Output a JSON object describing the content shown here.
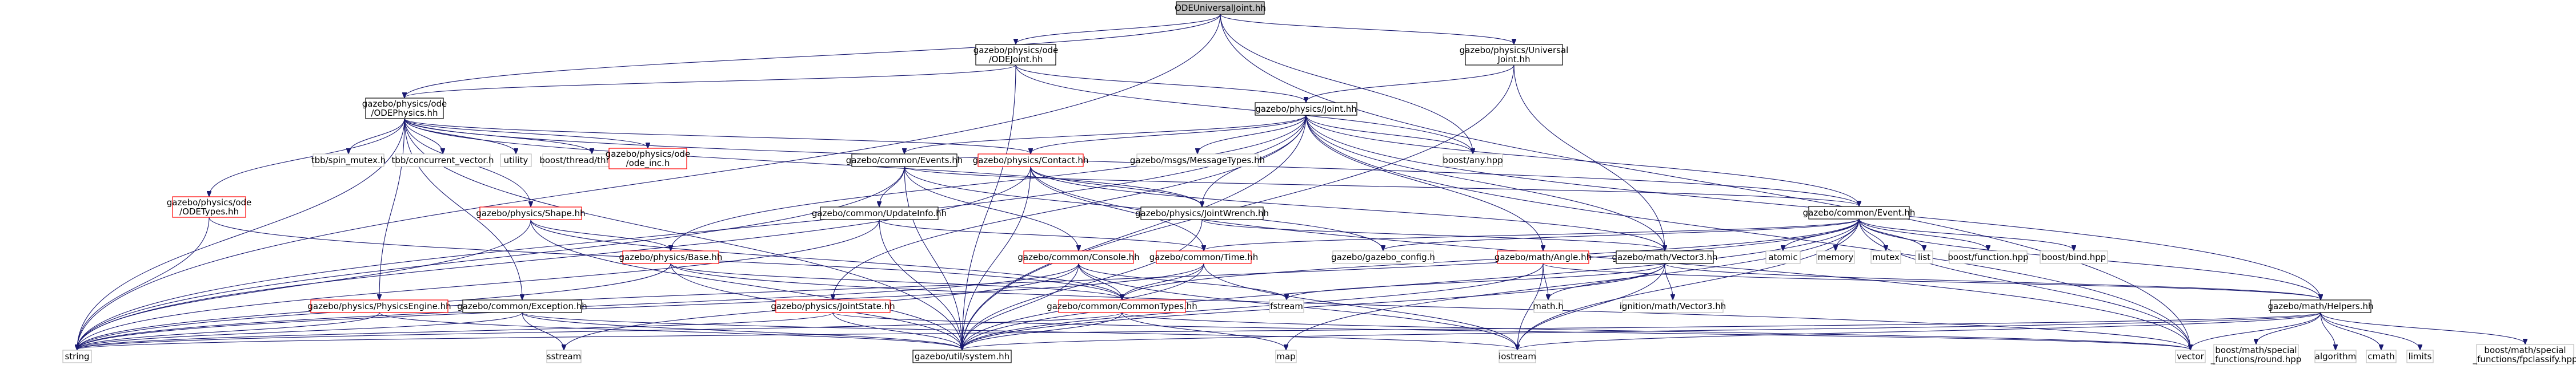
{
  "diagram": {
    "colors": {
      "edge": "#191970",
      "root_fill": "#bfbfbf",
      "root_border": "#000000",
      "node_border": "#000000",
      "truncated_border": "#ff0000",
      "no_border": "#bfbfbf",
      "background": "#ffffff"
    },
    "nodes": [
      {
        "id": "root",
        "lines": [
          "ODEUniversalJoint.hh"
        ],
        "style": "root"
      },
      {
        "id": "odejoint",
        "lines": [
          "gazebo/physics/ode",
          "/ODEJoint.hh"
        ],
        "style": "normal"
      },
      {
        "id": "universaljoint",
        "lines": [
          "gazebo/physics/Universal",
          "Joint.hh"
        ],
        "style": "normal"
      },
      {
        "id": "odephysics",
        "lines": [
          "gazebo/physics/ode",
          "/ODEPhysics.hh"
        ],
        "style": "normal"
      },
      {
        "id": "joint",
        "lines": [
          "gazebo/physics/Joint.hh"
        ],
        "style": "normal"
      },
      {
        "id": "spin_mutex",
        "lines": [
          "tbb/spin_mutex.h"
        ],
        "style": "plain"
      },
      {
        "id": "concurrent_vector",
        "lines": [
          "tbb/concurrent_vector.h"
        ],
        "style": "plain"
      },
      {
        "id": "utility",
        "lines": [
          "utility"
        ],
        "style": "plain"
      },
      {
        "id": "boost_thread",
        "lines": [
          "boost/thread/thread.hpp"
        ],
        "style": "plain"
      },
      {
        "id": "ode_inc",
        "lines": [
          "gazebo/physics/ode",
          "/ode_inc.h"
        ],
        "style": "truncated"
      },
      {
        "id": "events",
        "lines": [
          "gazebo/common/Events.hh"
        ],
        "style": "normal"
      },
      {
        "id": "contact",
        "lines": [
          "gazebo/physics/Contact.hh"
        ],
        "style": "truncated"
      },
      {
        "id": "message_types",
        "lines": [
          "gazebo/msgs/MessageTypes.hh"
        ],
        "style": "plain"
      },
      {
        "id": "boost_any",
        "lines": [
          "boost/any.hpp"
        ],
        "style": "plain"
      },
      {
        "id": "odetypes",
        "lines": [
          "gazebo/physics/ode",
          "/ODETypes.hh"
        ],
        "style": "truncated"
      },
      {
        "id": "shape",
        "lines": [
          "gazebo/physics/Shape.hh"
        ],
        "style": "truncated"
      },
      {
        "id": "updateinfo",
        "lines": [
          "gazebo/common/UpdateInfo.hh"
        ],
        "style": "normal"
      },
      {
        "id": "jointwrench",
        "lines": [
          "gazebo/physics/JointWrench.hh"
        ],
        "style": "normal"
      },
      {
        "id": "event",
        "lines": [
          "gazebo/common/Event.hh"
        ],
        "style": "normal"
      },
      {
        "id": "base",
        "lines": [
          "gazebo/physics/Base.hh"
        ],
        "style": "truncated"
      },
      {
        "id": "console",
        "lines": [
          "gazebo/common/Console.hh"
        ],
        "style": "truncated"
      },
      {
        "id": "time",
        "lines": [
          "gazebo/common/Time.hh"
        ],
        "style": "truncated"
      },
      {
        "id": "gazebo_config",
        "lines": [
          "gazebo/gazebo_config.h"
        ],
        "style": "plain"
      },
      {
        "id": "angle",
        "lines": [
          "gazebo/math/Angle.hh"
        ],
        "style": "truncated"
      },
      {
        "id": "vector3",
        "lines": [
          "gazebo/math/Vector3.hh"
        ],
        "style": "normal"
      },
      {
        "id": "atomic",
        "lines": [
          "atomic"
        ],
        "style": "plain"
      },
      {
        "id": "memory",
        "lines": [
          "memory"
        ],
        "style": "plain"
      },
      {
        "id": "mutex",
        "lines": [
          "mutex"
        ],
        "style": "plain"
      },
      {
        "id": "list",
        "lines": [
          "list"
        ],
        "style": "plain"
      },
      {
        "id": "boost_function",
        "lines": [
          "boost/function.hpp"
        ],
        "style": "plain"
      },
      {
        "id": "boost_bind",
        "lines": [
          "boost/bind.hpp"
        ],
        "style": "plain"
      },
      {
        "id": "physicsengine",
        "lines": [
          "gazebo/physics/PhysicsEngine.hh"
        ],
        "style": "truncated"
      },
      {
        "id": "exception",
        "lines": [
          "gazebo/common/Exception.hh"
        ],
        "style": "normal"
      },
      {
        "id": "jointstate",
        "lines": [
          "gazebo/physics/JointState.hh"
        ],
        "style": "truncated"
      },
      {
        "id": "commontypes",
        "lines": [
          "gazebo/common/CommonTypes.hh"
        ],
        "style": "truncated"
      },
      {
        "id": "fstream",
        "lines": [
          "fstream"
        ],
        "style": "plain"
      },
      {
        "id": "math_h",
        "lines": [
          "math.h"
        ],
        "style": "plain"
      },
      {
        "id": "ign_vector3",
        "lines": [
          "ignition/math/Vector3.hh"
        ],
        "style": "plain"
      },
      {
        "id": "helpers",
        "lines": [
          "gazebo/math/Helpers.hh"
        ],
        "style": "normal"
      },
      {
        "id": "string",
        "lines": [
          "string"
        ],
        "style": "plain"
      },
      {
        "id": "sstream",
        "lines": [
          "sstream"
        ],
        "style": "plain"
      },
      {
        "id": "system",
        "lines": [
          "gazebo/util/system.hh"
        ],
        "style": "normal"
      },
      {
        "id": "map",
        "lines": [
          "map"
        ],
        "style": "plain"
      },
      {
        "id": "iostream",
        "lines": [
          "iostream"
        ],
        "style": "plain"
      },
      {
        "id": "vector",
        "lines": [
          "vector"
        ],
        "style": "plain"
      },
      {
        "id": "boost_round",
        "lines": [
          "boost/math/special",
          "_functions/round.hpp"
        ],
        "style": "plain"
      },
      {
        "id": "algorithm",
        "lines": [
          "algorithm"
        ],
        "style": "plain"
      },
      {
        "id": "cmath",
        "lines": [
          "cmath"
        ],
        "style": "plain"
      },
      {
        "id": "limits",
        "lines": [
          "limits"
        ],
        "style": "plain"
      },
      {
        "id": "boost_fpclassify",
        "lines": [
          "boost/math/special",
          "_functions/fpclassify.hpp"
        ],
        "style": "plain"
      }
    ],
    "edges": [
      [
        "root",
        "odejoint"
      ],
      [
        "root",
        "universaljoint"
      ],
      [
        "root",
        "odephysics"
      ],
      [
        "root",
        "boost_any"
      ],
      [
        "root",
        "string"
      ],
      [
        "root",
        "vector"
      ],
      [
        "odejoint",
        "odephysics"
      ],
      [
        "odejoint",
        "joint"
      ],
      [
        "odejoint",
        "boost_any"
      ],
      [
        "odejoint",
        "system"
      ],
      [
        "universaljoint",
        "joint"
      ],
      [
        "universaljoint",
        "vector3"
      ],
      [
        "universaljoint",
        "system"
      ],
      [
        "odephysics",
        "spin_mutex"
      ],
      [
        "odephysics",
        "concurrent_vector"
      ],
      [
        "odephysics",
        "utility"
      ],
      [
        "odephysics",
        "boost_thread"
      ],
      [
        "odephysics",
        "ode_inc"
      ],
      [
        "odephysics",
        "contact"
      ],
      [
        "odephysics",
        "odetypes"
      ],
      [
        "odephysics",
        "shape"
      ],
      [
        "odephysics",
        "physicsengine"
      ],
      [
        "odephysics",
        "exception"
      ],
      [
        "odephysics",
        "system"
      ],
      [
        "odephysics",
        "string"
      ],
      [
        "odephysics",
        "event"
      ],
      [
        "odephysics",
        "jointwrench"
      ],
      [
        "joint",
        "events"
      ],
      [
        "joint",
        "contact"
      ],
      [
        "joint",
        "message_types"
      ],
      [
        "joint",
        "boost_any"
      ],
      [
        "joint",
        "jointwrench"
      ],
      [
        "joint",
        "jointstate"
      ],
      [
        "joint",
        "base"
      ],
      [
        "joint",
        "vector3"
      ],
      [
        "joint",
        "angle"
      ],
      [
        "joint",
        "event"
      ],
      [
        "joint",
        "helpers"
      ],
      [
        "joint",
        "system"
      ],
      [
        "joint",
        "string"
      ],
      [
        "joint",
        "vector"
      ],
      [
        "events",
        "event"
      ],
      [
        "events",
        "updateinfo"
      ],
      [
        "events",
        "console"
      ],
      [
        "events",
        "system"
      ],
      [
        "events",
        "string"
      ],
      [
        "events",
        "gazebo_config"
      ],
      [
        "contact",
        "jointwrench"
      ],
      [
        "contact",
        "time"
      ],
      [
        "contact",
        "vector3"
      ],
      [
        "contact",
        "string"
      ],
      [
        "contact",
        "vector"
      ],
      [
        "contact",
        "system"
      ],
      [
        "odetypes",
        "string"
      ],
      [
        "odetypes",
        "commontypes"
      ],
      [
        "shape",
        "base"
      ],
      [
        "shape",
        "commontypes"
      ],
      [
        "shape",
        "system"
      ],
      [
        "shape",
        "string"
      ],
      [
        "updateinfo",
        "time"
      ],
      [
        "updateinfo",
        "system"
      ],
      [
        "updateinfo",
        "string"
      ],
      [
        "jointwrench",
        "vector3"
      ],
      [
        "jointwrench",
        "system"
      ],
      [
        "event",
        "atomic"
      ],
      [
        "event",
        "memory"
      ],
      [
        "event",
        "mutex"
      ],
      [
        "event",
        "list"
      ],
      [
        "event",
        "boost_function"
      ],
      [
        "event",
        "boost_bind"
      ],
      [
        "event",
        "gazebo_config"
      ],
      [
        "event",
        "time"
      ],
      [
        "event",
        "commontypes"
      ],
      [
        "event",
        "system"
      ],
      [
        "event",
        "map"
      ],
      [
        "event",
        "iostream"
      ],
      [
        "event",
        "vector"
      ],
      [
        "event",
        "string"
      ],
      [
        "event",
        "helpers"
      ],
      [
        "base",
        "commontypes"
      ],
      [
        "base",
        "system"
      ],
      [
        "base",
        "string"
      ],
      [
        "base",
        "vector"
      ],
      [
        "console",
        "commontypes"
      ],
      [
        "console",
        "fstream"
      ],
      [
        "console",
        "sstream"
      ],
      [
        "console",
        "string"
      ],
      [
        "console",
        "iostream"
      ],
      [
        "console",
        "system"
      ],
      [
        "time",
        "commontypes"
      ],
      [
        "time",
        "system"
      ],
      [
        "time",
        "string"
      ],
      [
        "time",
        "iostream"
      ],
      [
        "angle",
        "math_h"
      ],
      [
        "angle",
        "iostream"
      ],
      [
        "angle",
        "system"
      ],
      [
        "angle",
        "helpers"
      ],
      [
        "vector3",
        "math_h"
      ],
      [
        "vector3",
        "ign_vector3"
      ],
      [
        "vector3",
        "helpers"
      ],
      [
        "vector3",
        "iostream"
      ],
      [
        "vector3",
        "fstream"
      ],
      [
        "vector3",
        "system"
      ],
      [
        "physicsengine",
        "string"
      ],
      [
        "physicsengine",
        "system"
      ],
      [
        "exception",
        "iostream"
      ],
      [
        "exception",
        "sstream"
      ],
      [
        "exception",
        "string"
      ],
      [
        "exception",
        "system"
      ],
      [
        "jointstate",
        "string"
      ],
      [
        "jointstate",
        "vector"
      ],
      [
        "jointstate",
        "system"
      ],
      [
        "commontypes",
        "map"
      ],
      [
        "commontypes",
        "string"
      ],
      [
        "commontypes",
        "vector"
      ],
      [
        "commontypes",
        "system"
      ],
      [
        "helpers",
        "boost_round"
      ],
      [
        "helpers",
        "algorithm"
      ],
      [
        "helpers",
        "cmath"
      ],
      [
        "helpers",
        "limits"
      ],
      [
        "helpers",
        "boost_fpclassify"
      ],
      [
        "helpers",
        "iostream"
      ],
      [
        "helpers",
        "string"
      ],
      [
        "helpers",
        "system"
      ],
      [
        "helpers",
        "vector"
      ]
    ]
  }
}
